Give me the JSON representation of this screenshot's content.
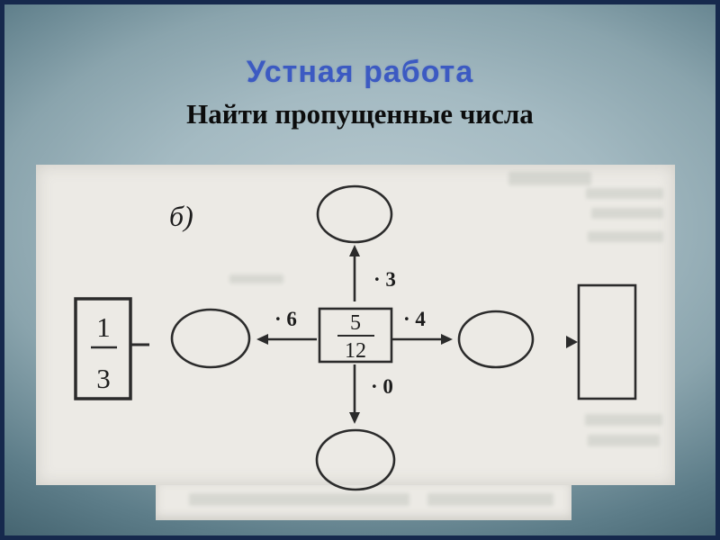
{
  "slide": {
    "title": "Устная работа",
    "subtitle": "Найти пропущенные числа"
  },
  "diagram": {
    "part_label": "б)",
    "center_box": {
      "numerator": "5",
      "denominator": "12"
    },
    "left_box": {
      "numerator": "1",
      "denominator": "3"
    },
    "multipliers": {
      "up": "· 3",
      "left": "· 6",
      "right": "· 4",
      "down": "· 0"
    }
  },
  "colors": {
    "title_blue": "#3c5ac2",
    "ellipse_fill": "#b5c2d6",
    "scan_background": "#eceae5",
    "slide_border": "#16294d"
  }
}
